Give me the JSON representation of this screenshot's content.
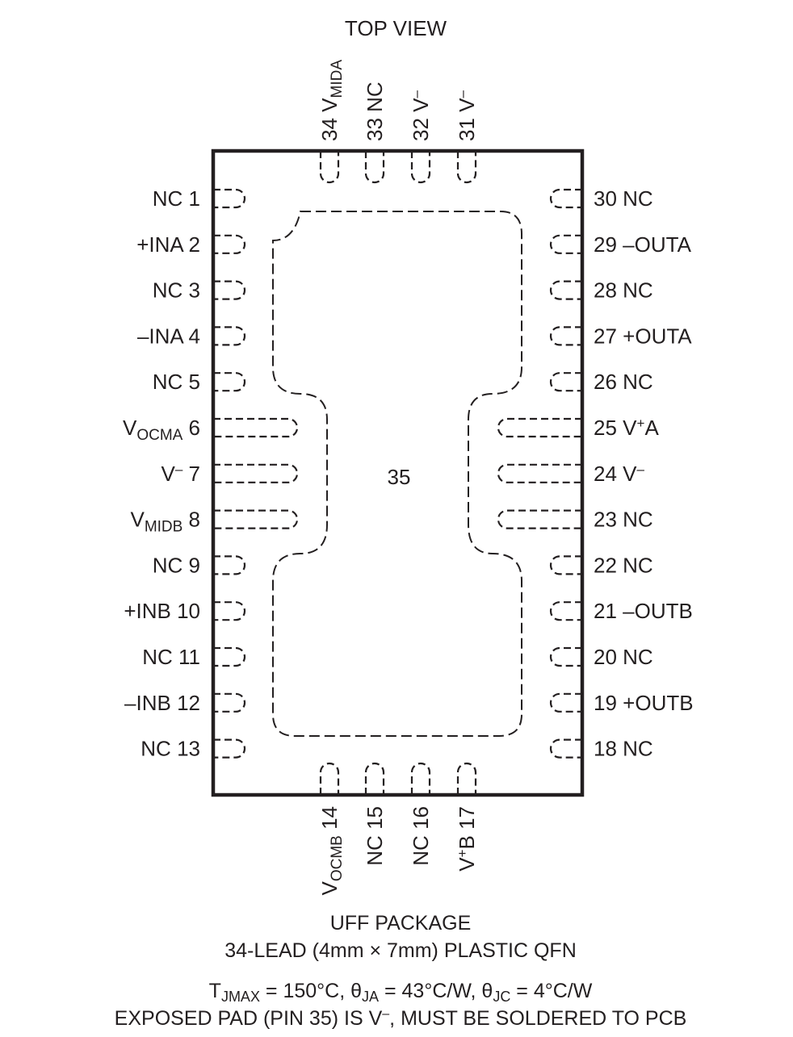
{
  "title": "TOP VIEW",
  "left_pins": [
    {
      "num": "1",
      "name": "NC"
    },
    {
      "num": "2",
      "name": "+INA"
    },
    {
      "num": "3",
      "name": "NC"
    },
    {
      "num": "4",
      "name": "–INA"
    },
    {
      "num": "5",
      "name": "NC"
    },
    {
      "num": "6",
      "name": "V",
      "sub": "OCMA"
    },
    {
      "num": "7",
      "name": "V",
      "sup": "–"
    },
    {
      "num": "8",
      "name": "V",
      "sub": "MIDB"
    },
    {
      "num": "9",
      "name": "NC"
    },
    {
      "num": "10",
      "name": "+INB"
    },
    {
      "num": "11",
      "name": "NC"
    },
    {
      "num": "12",
      "name": "–INB"
    },
    {
      "num": "13",
      "name": "NC"
    }
  ],
  "right_pins": [
    {
      "num": "30",
      "name": "NC"
    },
    {
      "num": "29",
      "name": "–OUTA"
    },
    {
      "num": "28",
      "name": "NC"
    },
    {
      "num": "27",
      "name": "+OUTA"
    },
    {
      "num": "26",
      "name": "NC"
    },
    {
      "num": "25",
      "name": "V",
      "sup": "+",
      "post": "A"
    },
    {
      "num": "24",
      "name": "V",
      "sup": "–"
    },
    {
      "num": "23",
      "name": "NC"
    },
    {
      "num": "22",
      "name": "NC"
    },
    {
      "num": "21",
      "name": "–OUTB"
    },
    {
      "num": "20",
      "name": "NC"
    },
    {
      "num": "19",
      "name": "+OUTB"
    },
    {
      "num": "18",
      "name": "NC"
    }
  ],
  "top_pins": [
    {
      "num": "34",
      "name": "V",
      "sub": "MIDA"
    },
    {
      "num": "33",
      "name": "NC"
    },
    {
      "num": "32",
      "name": "V",
      "sup": "–"
    },
    {
      "num": "31",
      "name": "V",
      "sup": "–"
    }
  ],
  "bottom_pins": [
    {
      "num": "14",
      "name": "V",
      "sub": "OCMB"
    },
    {
      "num": "15",
      "name": "NC"
    },
    {
      "num": "16",
      "name": "NC"
    },
    {
      "num": "17",
      "name": "V",
      "sup": "+",
      "post": "B"
    }
  ],
  "exposed_pad_label": "35",
  "caption": {
    "line1": "UFF PACKAGE",
    "line2": "34-LEAD (4mm × 7mm) PLASTIC QFN",
    "line3": {
      "t": "T",
      "t_sub": "JMAX",
      "part1": " = 150°C, θ",
      "ja_sub": "JA",
      "part2": " = 43°C/W, θ",
      "jc_sub": "JC",
      "part3": " = 4°C/W"
    },
    "line4": {
      "before": "EXPOSED PAD (PIN 35) IS V",
      "sup": "–",
      "after": ", MUST BE SOLDERED TO PCB"
    }
  }
}
